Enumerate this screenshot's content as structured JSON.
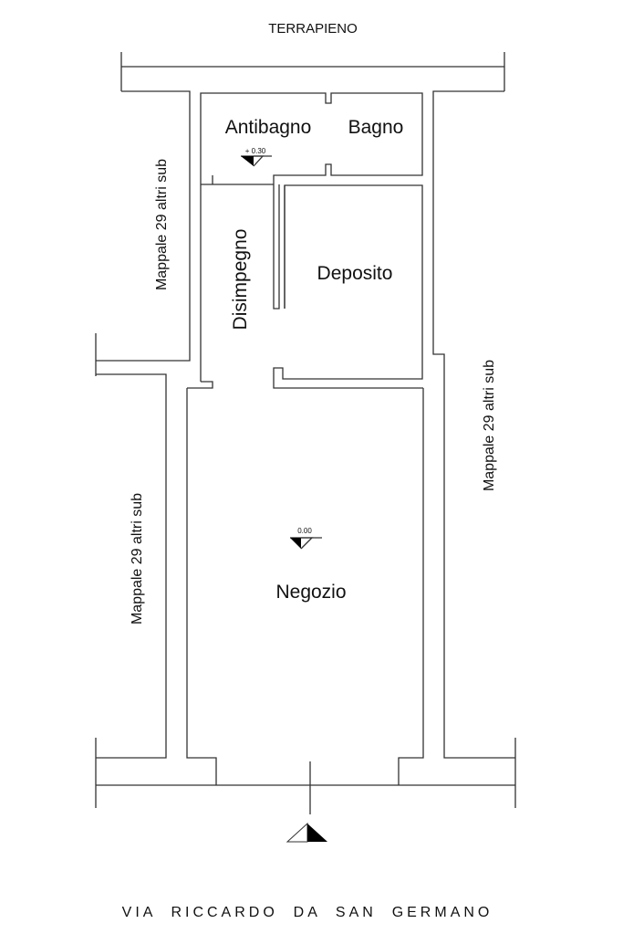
{
  "title": "TERRAPIENO",
  "street": "VIA  RICCARDO  DA  SAN  GERMANO",
  "rooms": {
    "antibagno": "Antibagno",
    "bagno": "Bagno",
    "disimpegno": "Disimpegno",
    "deposito": "Deposito",
    "negozio": "Negozio"
  },
  "neighbors": {
    "left_upper": "Mappale 29 altri sub",
    "left_lower": "Mappale 29 altri sub",
    "right": "Mappale 29 altri sub"
  },
  "levels": {
    "upper": "+ 0.30",
    "ground": "0.00"
  }
}
